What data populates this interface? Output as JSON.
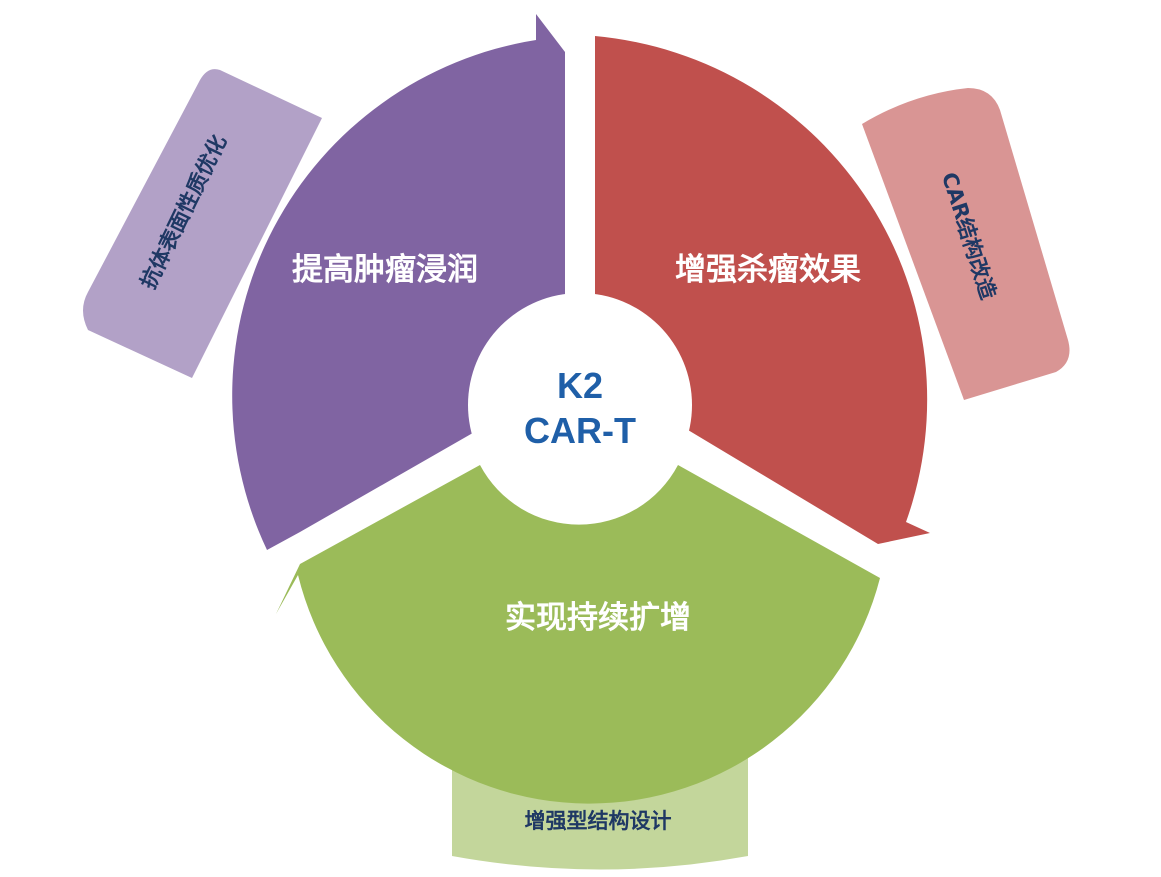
{
  "center": {
    "line1": "K2",
    "line2": "CAR-T",
    "color": "#1f5fa8"
  },
  "segments": {
    "purple": {
      "label": "提高肿瘤浸润",
      "color": "#8064a2"
    },
    "red": {
      "label": "增强杀瘤效果",
      "color": "#c0504d"
    },
    "green": {
      "label": "实现持续扩增",
      "color": "#9bbb59"
    }
  },
  "tabs": {
    "purple": {
      "label": "抗体表面性质优化",
      "color": "#b2a1c7"
    },
    "red": {
      "label": "CAR结构改造",
      "color": "#d99594"
    },
    "green": {
      "label": "增强型结构设计",
      "color": "#c3d69b"
    }
  },
  "label_color": "#1f3864"
}
